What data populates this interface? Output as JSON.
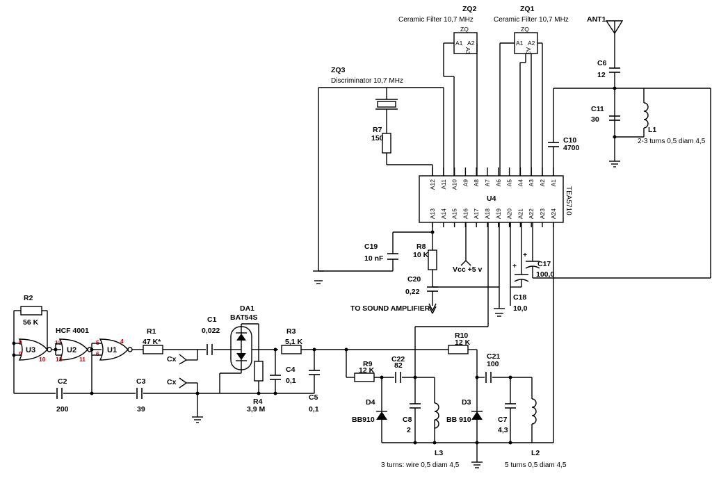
{
  "colors": {
    "wire": "#000000",
    "gate_pin": "#c00000",
    "background": "#ffffff"
  },
  "ic": {
    "name": "U4",
    "part": "TEA5710",
    "top_pins": [
      "A12",
      "A11",
      "A10",
      "A9",
      "A8",
      "A7",
      "A6",
      "A5",
      "A4",
      "A3",
      "A2",
      "A1"
    ],
    "bottom_pins": [
      "A13",
      "A14",
      "A15",
      "A16",
      "A17",
      "A18",
      "A19",
      "A20",
      "A21",
      "A22",
      "A23",
      "A24"
    ]
  },
  "filters": {
    "zq2": {
      "ref": "ZQ2",
      "desc": "Ceramic Filter 10,7 MHz",
      "body": "ZQ",
      "p1": "A1",
      "p2": "A2",
      "p3": "A3"
    },
    "zq1": {
      "ref": "ZQ1",
      "desc": "Ceramic Filter 10,7 MHz",
      "body": "ZQ",
      "p1": "A1",
      "p2": "A2",
      "p3": "A3"
    },
    "zq3": {
      "ref": "ZQ3",
      "desc": "Discriminator 10,7 MHz"
    }
  },
  "antenna": {
    "ref": "ANT1"
  },
  "components": {
    "c6": {
      "ref": "C6",
      "value": "12"
    },
    "c11": {
      "ref": "C11",
      "value": "30"
    },
    "l1": {
      "ref": "L1",
      "note": "2-3 turns 0,5 diam 4,5"
    },
    "c10": {
      "ref": "C10",
      "value": "4700"
    },
    "r7": {
      "ref": "R7",
      "value": "150"
    },
    "c19": {
      "ref": "C19",
      "value": "10 nF"
    },
    "r8": {
      "ref": "R8",
      "value": "10 K"
    },
    "c20": {
      "ref": "C20",
      "value": "0,22"
    },
    "vcc": {
      "label": "Vcc +5 v"
    },
    "c17": {
      "ref": "C17",
      "value": "100,0"
    },
    "c18": {
      "ref": "C18",
      "value": "10,0"
    },
    "sound": {
      "label": "TO SOUND AMPLIFIER"
    },
    "r2": {
      "ref": "R2",
      "value": "56 K"
    },
    "hcf": {
      "label": "HCF 4001"
    },
    "u3": {
      "ref": "U3",
      "in1": "8",
      "in2": "9",
      "out": "10"
    },
    "u2": {
      "ref": "U2",
      "in1": "12",
      "in2": "13",
      "out": "11"
    },
    "u1": {
      "ref": "U1",
      "in1": "5",
      "in2": "6",
      "out": "4"
    },
    "c2": {
      "ref": "C2",
      "value": "200"
    },
    "c3": {
      "ref": "C3",
      "value": "39"
    },
    "r1": {
      "ref": "R1",
      "value": "47 K*"
    },
    "cx1": {
      "label": "Cx"
    },
    "cx2": {
      "label": "Cx"
    },
    "c1": {
      "ref": "C1",
      "value": "0,022"
    },
    "da1": {
      "ref": "DA1",
      "part": "BAT54S"
    },
    "r4": {
      "ref": "R4",
      "value": "3,9 M"
    },
    "r3": {
      "ref": "R3",
      "value": "5,1 K"
    },
    "c4": {
      "ref": "C4",
      "value": "0,1"
    },
    "c5": {
      "ref": "C5",
      "value": "0,1"
    },
    "r10": {
      "ref": "R10",
      "value": "12 K"
    },
    "r9": {
      "ref": "R9",
      "value": "12 K"
    },
    "c22": {
      "ref": "C22",
      "value": "82"
    },
    "c21": {
      "ref": "C21",
      "value": "100"
    },
    "d4": {
      "ref": "D4",
      "part": "BB910"
    },
    "c8": {
      "ref": "C8",
      "value": "2"
    },
    "d3": {
      "ref": "D3",
      "part": "BB 910"
    },
    "c7": {
      "ref": "C7",
      "value": "4,3"
    },
    "l3": {
      "ref": "L3",
      "note": "3 turns: wire 0,5 diam 4,5"
    },
    "l2": {
      "ref": "L2",
      "note": "5 turns 0,5 diam 4,5"
    }
  }
}
